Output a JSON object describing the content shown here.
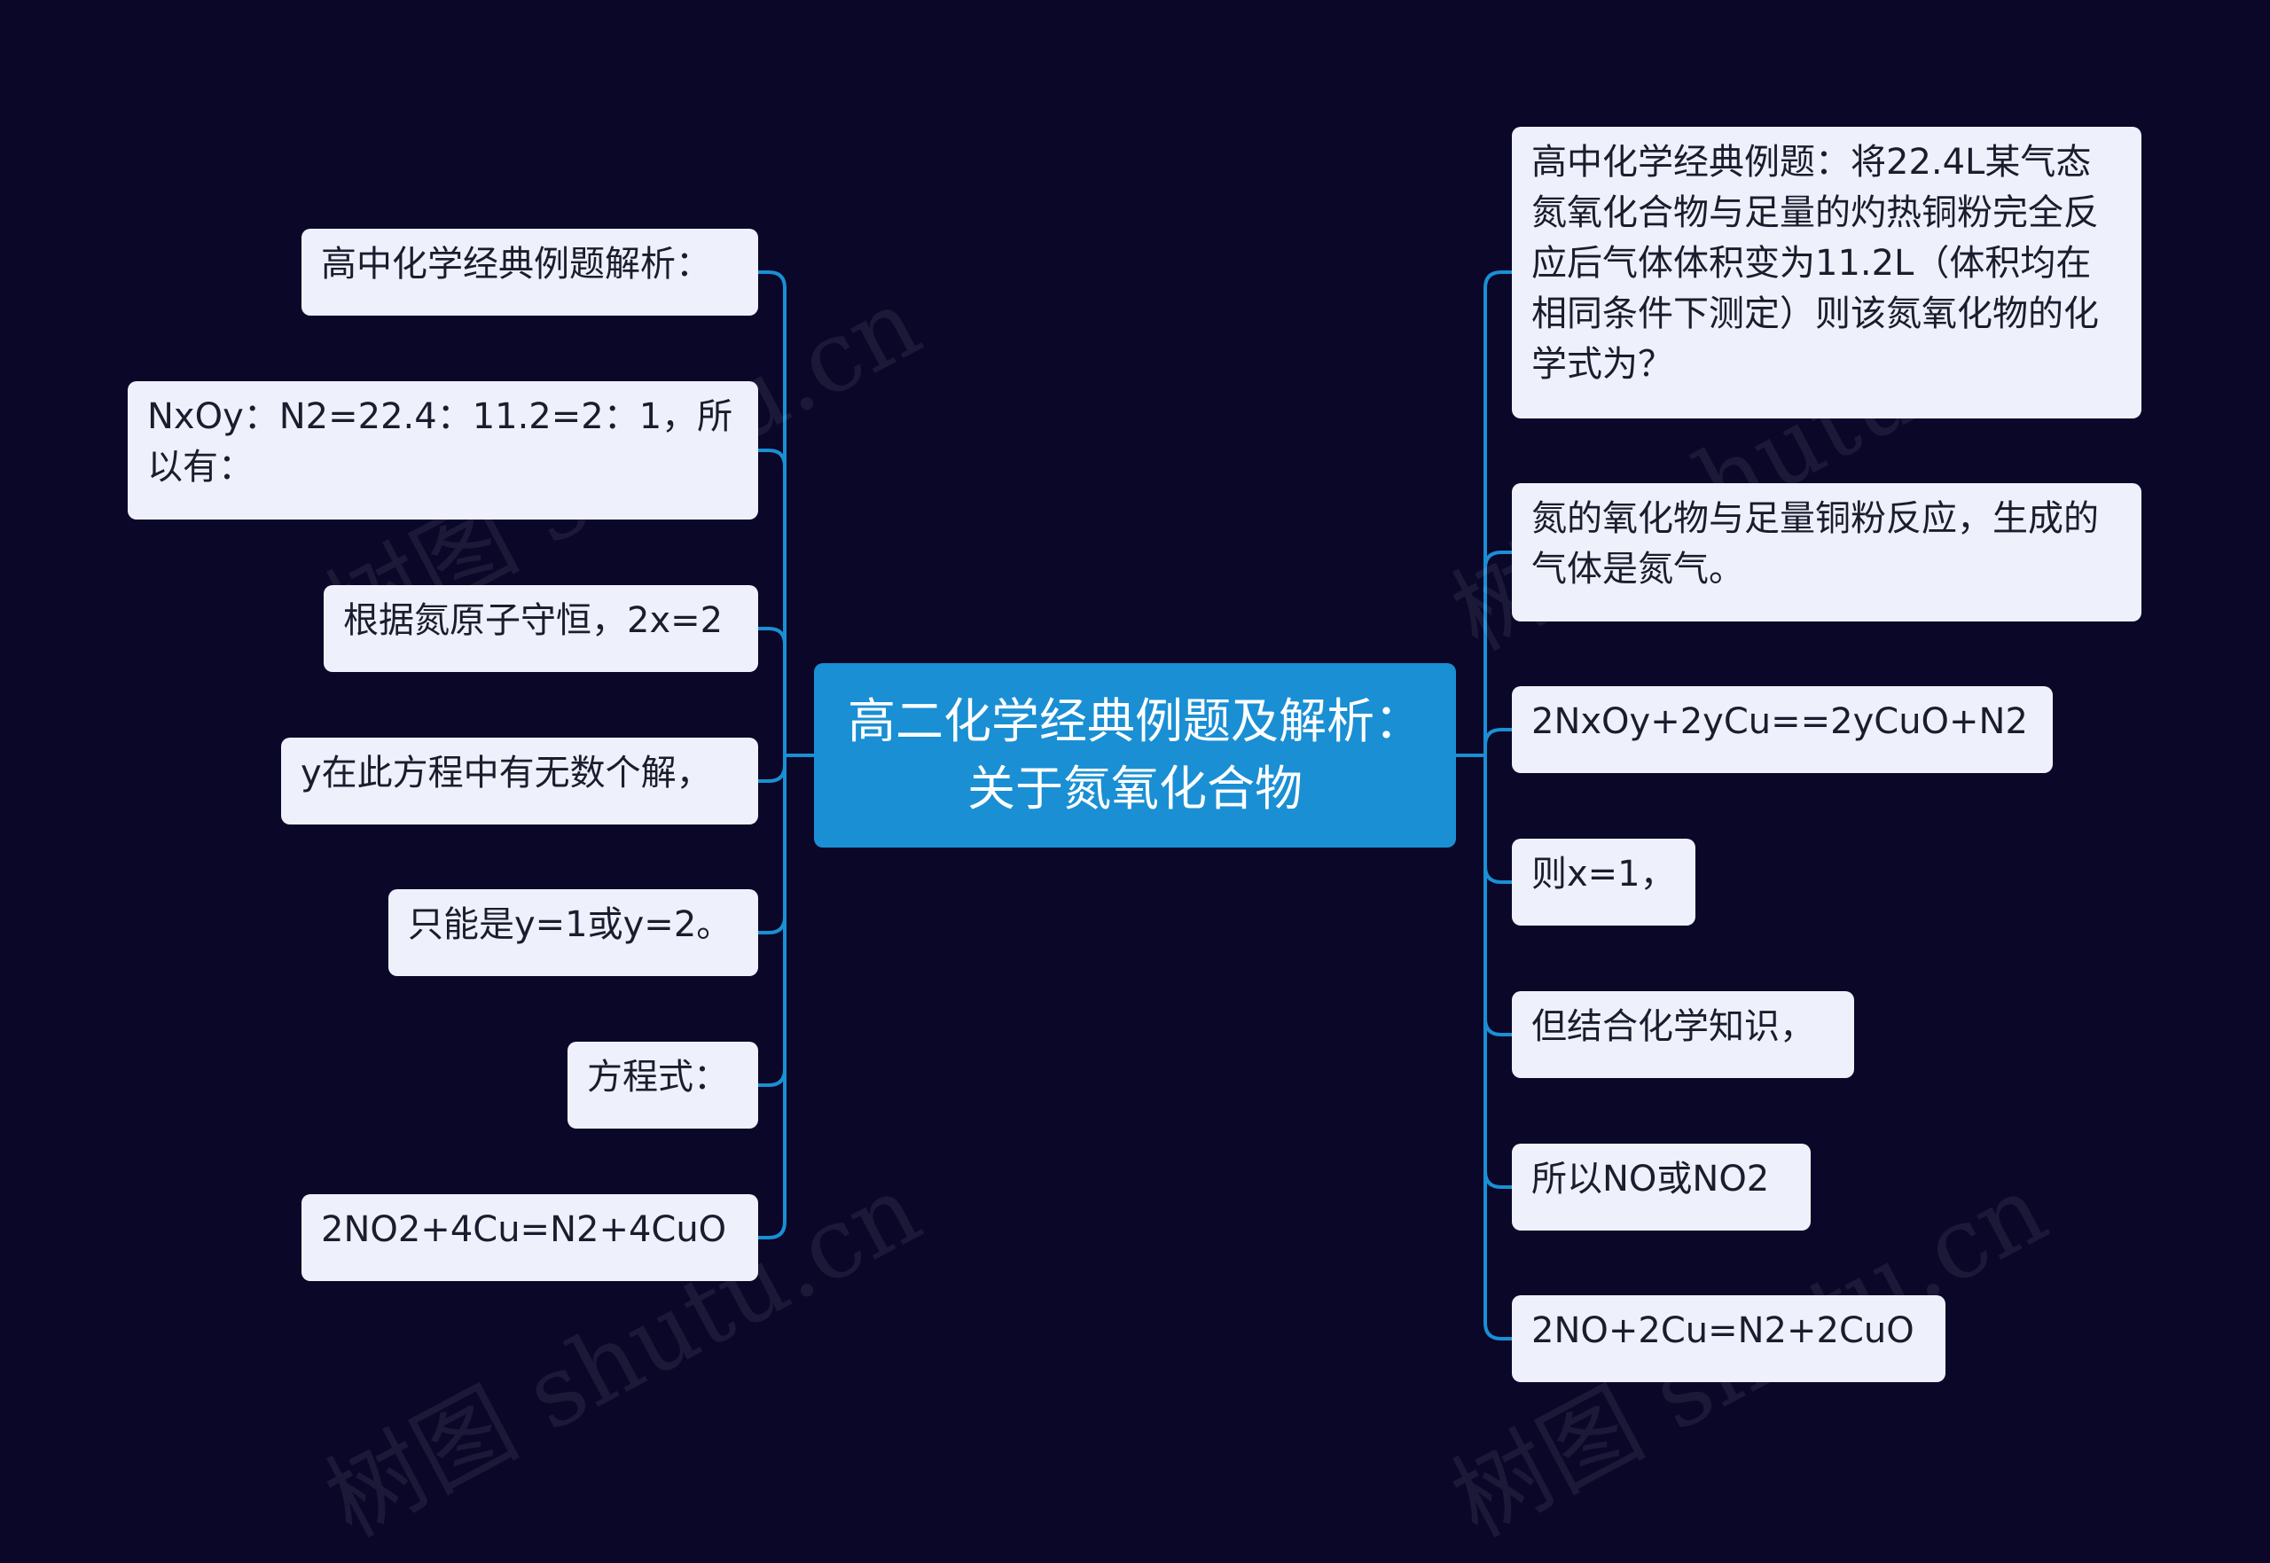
{
  "center": {
    "label": "高二化学经典例题及解析：关于氮氧化合物"
  },
  "left_nodes": [
    {
      "label": "高中化学经典例题解析："
    },
    {
      "label": "NxOy：N2=22.4：11.2=2：1，所以有："
    },
    {
      "label": "根据氮原子守恒，2x=2"
    },
    {
      "label": "y在此方程中有无数个解，"
    },
    {
      "label": "只能是y=1或y=2。"
    },
    {
      "label": "方程式："
    },
    {
      "label": "2NO2+4Cu=N2+4CuO"
    }
  ],
  "right_nodes": [
    {
      "label": "高中化学经典例题：将22.4L某气态氮氧化合物与足量的灼热铜粉完全反应后气体体积变为11.2L（体积均在相同条件下测定）则该氮氧化物的化学式为？"
    },
    {
      "label": "氮的氧化物与足量铜粉反应，生成的气体是氮气。"
    },
    {
      "label": "2NxOy+2yCu==2yCuO+N2"
    },
    {
      "label": "则x=1，"
    },
    {
      "label": "但结合化学知识，"
    },
    {
      "label": "所以NO或NO2"
    },
    {
      "label": "2NO+2Cu=N2+2CuO"
    }
  ],
  "watermarks": [
    {
      "text": "树图 shutu.cn"
    },
    {
      "text": "树图 shutu.cn"
    },
    {
      "text": "树图 shutu.cn"
    },
    {
      "text": "树图 shutu.cn"
    }
  ],
  "colors": {
    "background": "#0b0728",
    "center": "#1a8fd4",
    "node": "#eef1fb",
    "connector": "#1a8fd4"
  }
}
